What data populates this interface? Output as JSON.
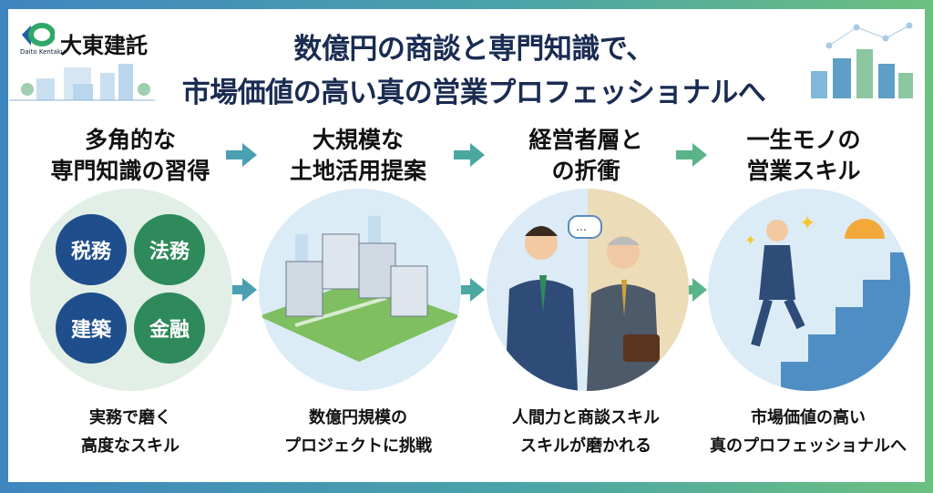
{
  "logo": {
    "name": "大東建託",
    "sub": "Daito Kentaku"
  },
  "title": {
    "line1": "数億円の商談と専門知識で、",
    "line2": "市場価値の高い真の営業プロフェッショナルへ"
  },
  "steps": [
    {
      "heading1": "多角的な",
      "heading2": "専門知識の習得",
      "caption1": "実務で磨く",
      "caption2": "高度なスキル",
      "bubbles": [
        "税務",
        "法務",
        "建築",
        "金融"
      ]
    },
    {
      "heading1": "大規模な",
      "heading2": "土地活用提案",
      "caption1": "数億円規模の",
      "caption2": "プロジェクトに挑戦"
    },
    {
      "heading1": "経営者層と",
      "heading2": "の折衝",
      "caption1": "人間力と商談スキル",
      "caption2": "スキルが磨かれる"
    },
    {
      "heading1": "一生モノの",
      "heading2": "営業スキル",
      "caption1": "市場価値の高い",
      "caption2": "真のプロフェッショナルへ"
    }
  ],
  "colors": {
    "navy": "#1f4e8c",
    "green": "#2e8a5a",
    "arrow": "#4a9fb0",
    "title": "#1a2c52"
  }
}
